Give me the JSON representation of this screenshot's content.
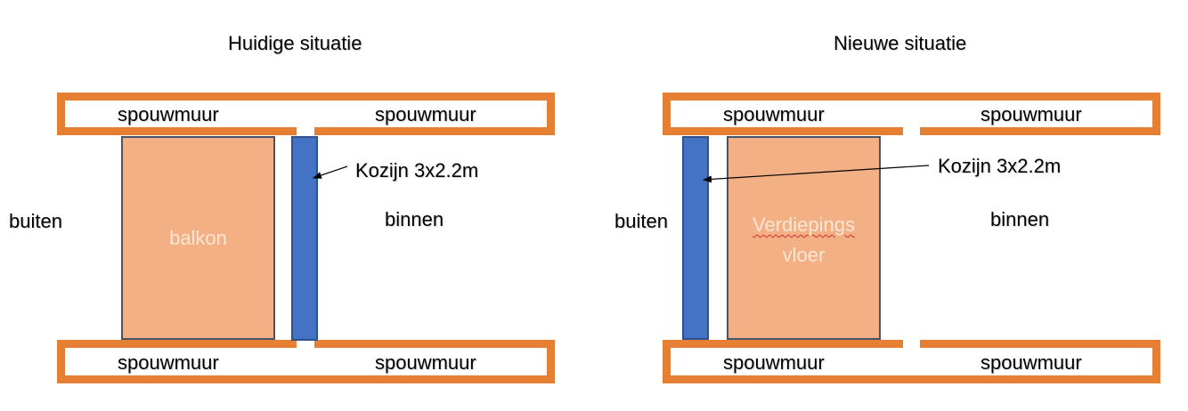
{
  "colors": {
    "wall": "#e57f33",
    "window": "#4472c4",
    "window_border": "#2f528f",
    "slab": "#f2b084",
    "slab_border": "#44546a",
    "slab_text": "#fbe6d4"
  },
  "left": {
    "title": "Huidige situatie",
    "wall_top_left": "spouwmuur",
    "wall_top_right": "spouwmuur",
    "wall_bottom_left": "spouwmuur",
    "wall_bottom_right": "spouwmuur",
    "outside": "buiten",
    "inside": "binnen",
    "slab_label": "balkon",
    "window_label": "Kozijn 3x2.2m"
  },
  "right": {
    "title": "Nieuwe situatie",
    "wall_top_left": "spouwmuur",
    "wall_top_right": "spouwmuur",
    "wall_bottom_left": "spouwmuur",
    "wall_bottom_right": "spouwmuur",
    "outside": "buiten",
    "inside": "binnen",
    "slab_label_line1": "Verdiepings",
    "slab_label_line2": "vloer",
    "window_label": "Kozijn 3x2.2m"
  }
}
